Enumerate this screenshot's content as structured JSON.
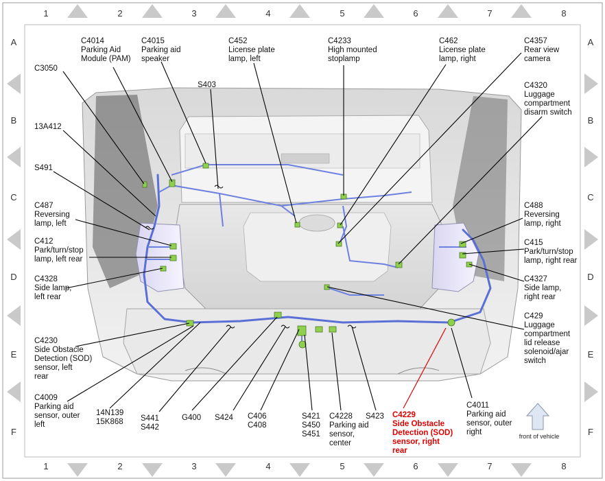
{
  "grid": {
    "columns": [
      "1",
      "2",
      "3",
      "4",
      "5",
      "6",
      "7",
      "8"
    ],
    "rows": [
      "A",
      "B",
      "C",
      "D",
      "E",
      "F"
    ]
  },
  "labels": {
    "c4014": [
      "C4014",
      "Parking Aid",
      "Module (PAM)"
    ],
    "c4015": [
      "C4015",
      "Parking aid",
      "speaker"
    ],
    "c3050": [
      "C3050"
    ],
    "s403": [
      "S403"
    ],
    "c452": [
      "C452",
      "License plate",
      "lamp, left"
    ],
    "c4233": [
      "C4233",
      "High mounted",
      "stoplamp"
    ],
    "c462": [
      "C462",
      "License plate",
      "lamp, right"
    ],
    "c4357": [
      "C4357",
      "Rear view",
      "camera"
    ],
    "c4320": [
      "C4320",
      "Luggage",
      "compartment",
      "disarm switch"
    ],
    "13a412": [
      "13A412"
    ],
    "s491": [
      "S491"
    ],
    "c487": [
      "C487",
      "Reversing",
      "lamp, left"
    ],
    "c412": [
      "C412",
      "Park/turn/stop",
      "lamp, left rear"
    ],
    "c4328": [
      "C4328",
      "Side lamp,",
      "left rear"
    ],
    "c488": [
      "C488",
      "Reversing",
      "lamp, right"
    ],
    "c415": [
      "C415",
      "Park/turn/stop",
      "lamp, right rear"
    ],
    "c4327": [
      "C4327",
      "Side lamp,",
      "right rear"
    ],
    "c429": [
      "C429",
      "Luggage",
      "compartment",
      "lid release",
      "solenoid/ajar",
      "switch"
    ],
    "c4230": [
      "C4230",
      "Side Obstacle",
      "Detection (SOD)",
      "sensor, left",
      "rear"
    ],
    "c4009": [
      "C4009",
      "Parking aid",
      "sensor, outer",
      "left"
    ],
    "14n139": [
      "14N139",
      "15K868"
    ],
    "s441": [
      "S441",
      "S442"
    ],
    "g400": [
      "G400"
    ],
    "s424": [
      "S424"
    ],
    "c406": [
      "C406",
      "C408"
    ],
    "s421": [
      "S421",
      "S450",
      "S451"
    ],
    "c4228": [
      "C4228",
      "Parking aid",
      "sensor,",
      "center"
    ],
    "s423": [
      "S423"
    ],
    "c4229": [
      "C4229",
      "Side Obstacle",
      "Detection (SOD)",
      "sensor, right",
      "rear"
    ],
    "c4011": [
      "C4011",
      "Parking aid",
      "sensor, outer",
      "right"
    ],
    "front": "front of vehicle"
  },
  "colors": {
    "highlight": "#e00000",
    "wire": "#5a6fd6",
    "connector": "#8fd14f",
    "body": "#e4e4e4",
    "frame": "#cfcfcf"
  }
}
